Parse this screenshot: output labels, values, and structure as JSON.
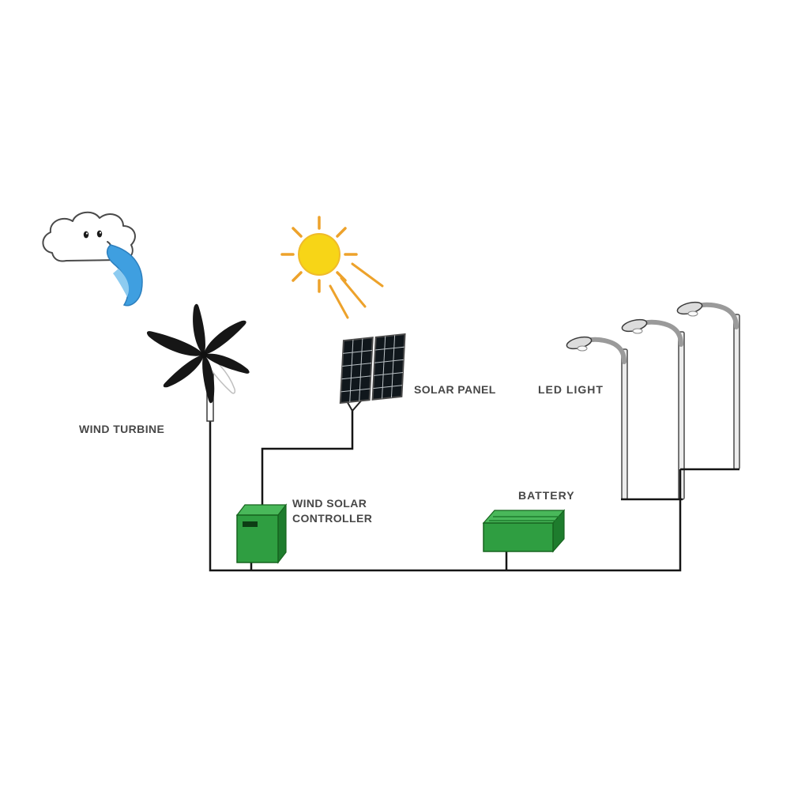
{
  "diagram": {
    "title": "Wind-solar hybrid LED street light system diagram",
    "labels": {
      "wind_turbine": "WIND TURBINE",
      "solar_panel": "SOLAR PANEL",
      "led_light": "LED LIGHT",
      "controller_line1": "WIND SOLAR",
      "controller_line2": "CONTROLLER",
      "battery": "BATTERY"
    },
    "components": [
      "wind-cloud",
      "wind-turbine",
      "sun",
      "solar-panel",
      "led-street-lights",
      "wind-solar-controller",
      "battery"
    ],
    "colors": {
      "background": "#ffffff",
      "box_front_green": "#2f9e41",
      "box_top_green": "#49b85a",
      "box_side_green": "#1e7c2d",
      "sun_fill": "#f7d517",
      "sun_ray_orange": "#eda22b",
      "wind_gust_blue": "#3f9fe0",
      "panel_dark": "#10171c",
      "wire_black": "#151515",
      "label_text": "#474747"
    }
  }
}
